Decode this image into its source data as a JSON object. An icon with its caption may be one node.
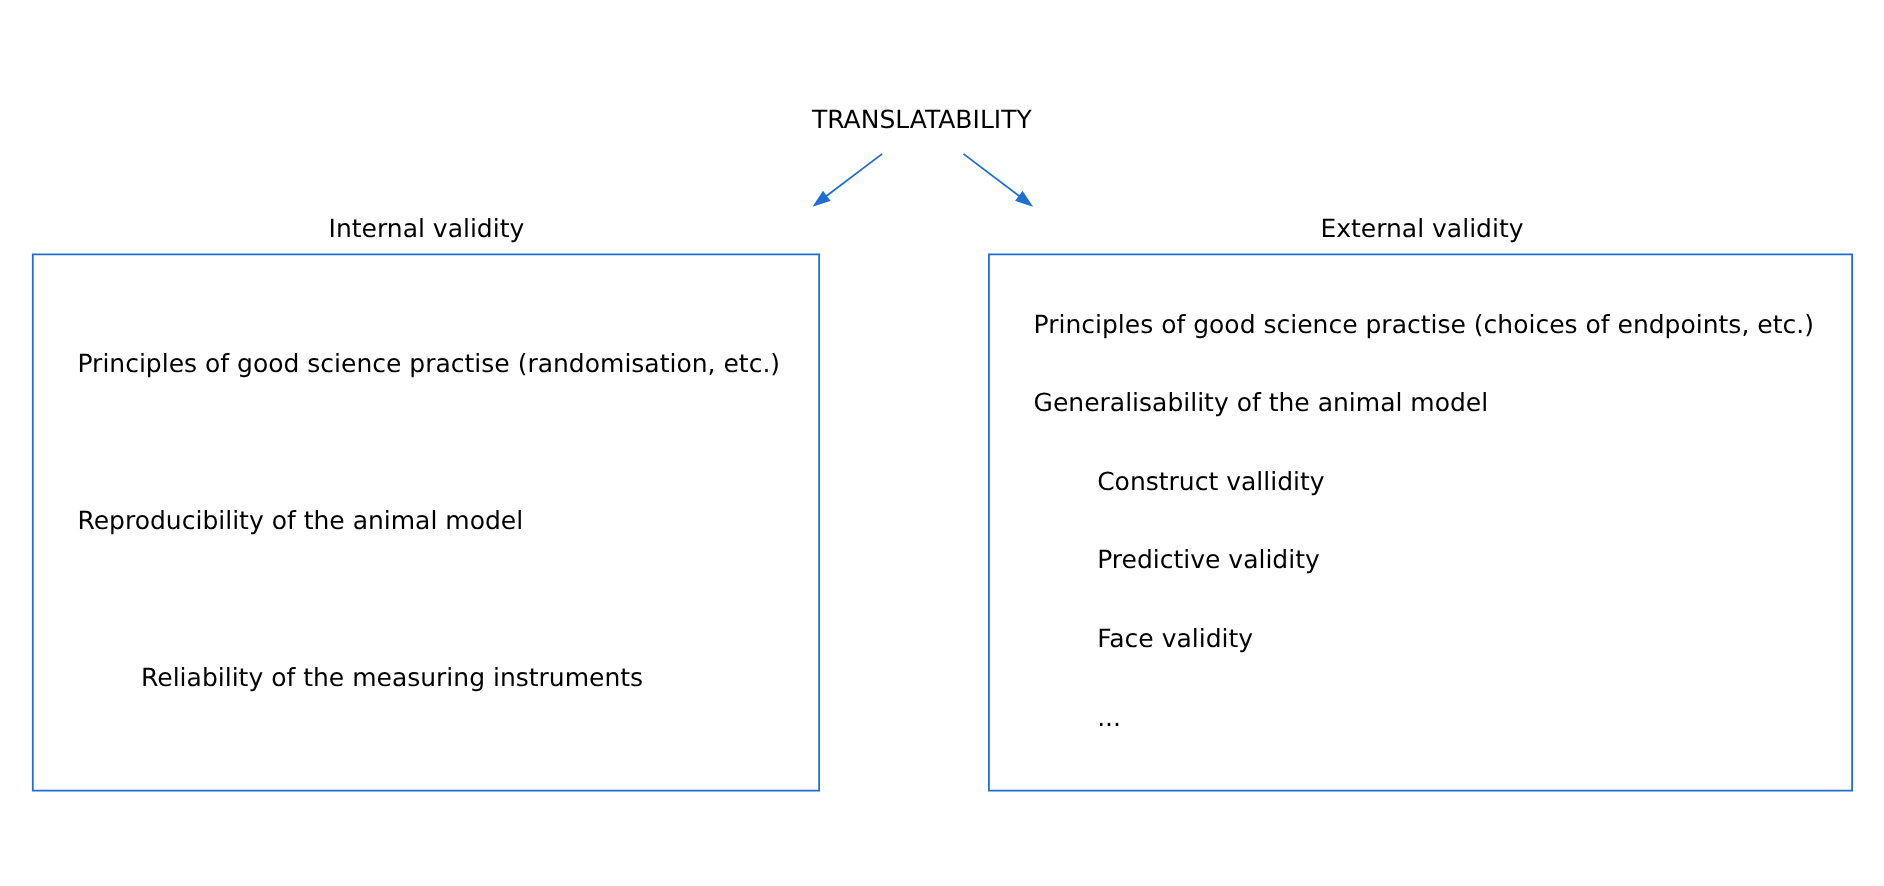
{
  "diagram": {
    "nodes": [
      {
        "text": [
          "TRANSLATABILITY"
        ]
      },
      {
        "text": [
          "Internal validity",
          "Principles of good science practise (randomisation, etc.)",
          "Reproducibility of the animal model",
          "Reliability of the measuring instruments"
        ]
      },
      {
        "text": [
          "External validity",
          "Principles of good science practise (choices of endpoints, etc.)",
          "Generalisability of the animal model",
          "Construct vallidity",
          "Predictive validity",
          "Face validity",
          "..."
        ]
      }
    ],
    "edges": [
      {
        "from": 0,
        "to": 1,
        "arrow": "to"
      },
      {
        "from": 0,
        "to": 2,
        "arrow": "to"
      }
    ]
  }
}
